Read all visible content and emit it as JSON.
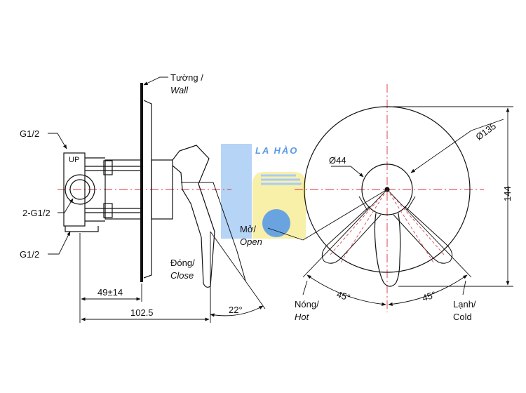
{
  "side_view": {
    "wall_vi": "Tường /",
    "wall_en": "Wall",
    "port_top": "G1/2",
    "port_center": "2-G1/2",
    "port_bottom": "G1/2",
    "body_mark": "UP",
    "dim_inner": "49±14",
    "dim_overall": "102.5",
    "handle_angle": "22°",
    "close_vi": "Đóng/",
    "close_en": "Close"
  },
  "front_view": {
    "open_vi": "Mở/",
    "open_en": "Open",
    "plate_diameter": "Ø135",
    "hub_diameter": "Ø44",
    "height": "144",
    "hot_angle": "45°",
    "cold_angle": "45°",
    "hot_vi": "Nóng/",
    "hot_en": "Hot",
    "cold_vi": "Lạnh/",
    "cold_en": "Cold"
  },
  "watermark": {
    "text": "LA HÀO",
    "colors": {
      "primary": "#5a9be6",
      "light": "#a8ccf5",
      "accent": "#f5e37a"
    }
  }
}
